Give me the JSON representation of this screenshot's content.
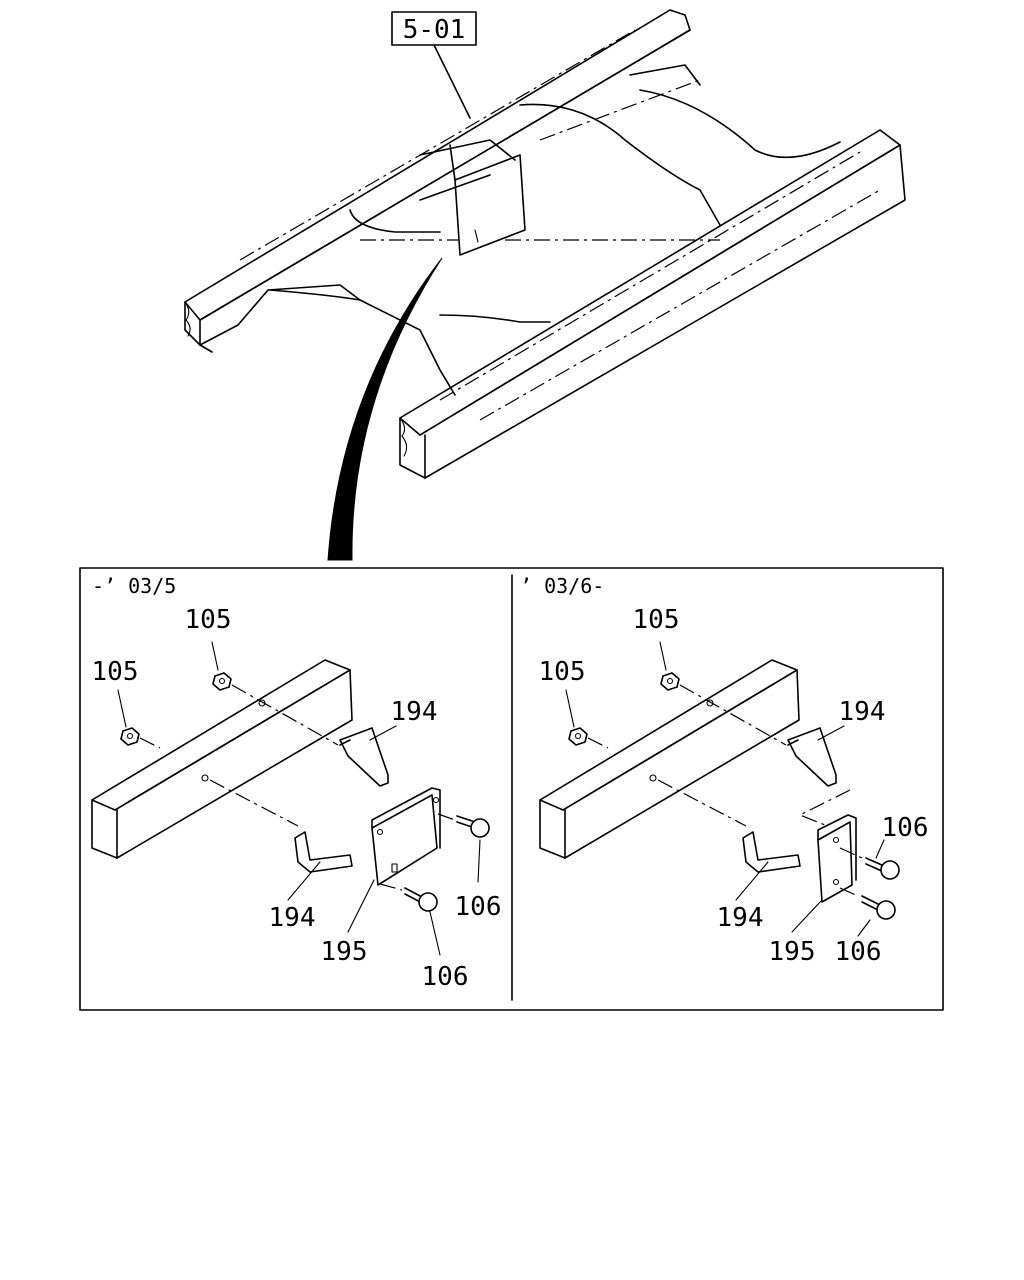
{
  "reference_box": {
    "label": "5-01"
  },
  "panels": [
    {
      "period": "-’ 03/5",
      "callouts": {
        "nut_top": "105",
        "nut_left": "105",
        "bracket_upper": "194",
        "bracket_lower": "194",
        "plate": "195",
        "bolt_upper": "106",
        "bolt_lower": "106"
      }
    },
    {
      "period": "’ 03/6-",
      "callouts": {
        "nut_top": "105",
        "nut_left": "105",
        "bracket_upper": "194",
        "bracket_lower": "194",
        "plate": "195",
        "bolt_upper": "106",
        "bolt_lower": "106"
      }
    }
  ]
}
